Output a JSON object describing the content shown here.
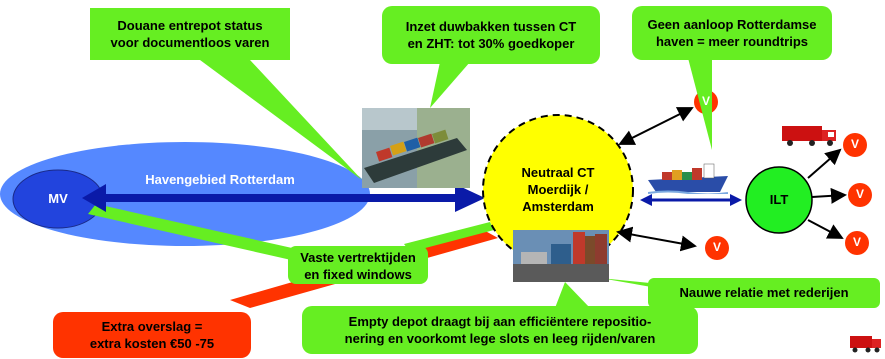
{
  "nodes": {
    "mv": "MV",
    "harbor_area": "Havengebied Rotterdam",
    "neutral_ct": [
      "Neutraal CT",
      "Moerdijk /",
      "Amsterdam"
    ],
    "ilt": "ILT",
    "v": "V"
  },
  "callouts": {
    "customs": [
      "Douane entrepot status",
      "voor documentloos varen"
    ],
    "push_barges": [
      "Inzet duwbakken tussen CT",
      "en ZHT: tot 30% goedkoper"
    ],
    "no_call": [
      "Geen aanloop Rotterdamse",
      "haven = meer roundtrips"
    ],
    "fixed_windows": [
      "Vaste vertrektijden",
      "en fixed windows"
    ],
    "extra_cost": [
      "Extra overslag =",
      "extra kosten €50 -75"
    ],
    "empty_depot": [
      "Empty depot draagt bij aan efficiëntere repositio-",
      "nering en voorkomt lege slots en leeg rijden/varen"
    ],
    "shipping_lines": "Nauwe relatie met rederijen"
  },
  "colors": {
    "callout_green": "#66ee22",
    "callout_red": "#ff3300",
    "harbor_blue": "#5588ff",
    "mv_blue": "#2244dd",
    "arrow_blue": "#0a1aa8",
    "ct_yellow": "#ffff00",
    "ilt_green": "#22ee22",
    "v_red": "#ff3300"
  },
  "icons": [
    "truck-icon",
    "barge-photo-icon",
    "ship-icon",
    "container-depot-photo-icon"
  ]
}
